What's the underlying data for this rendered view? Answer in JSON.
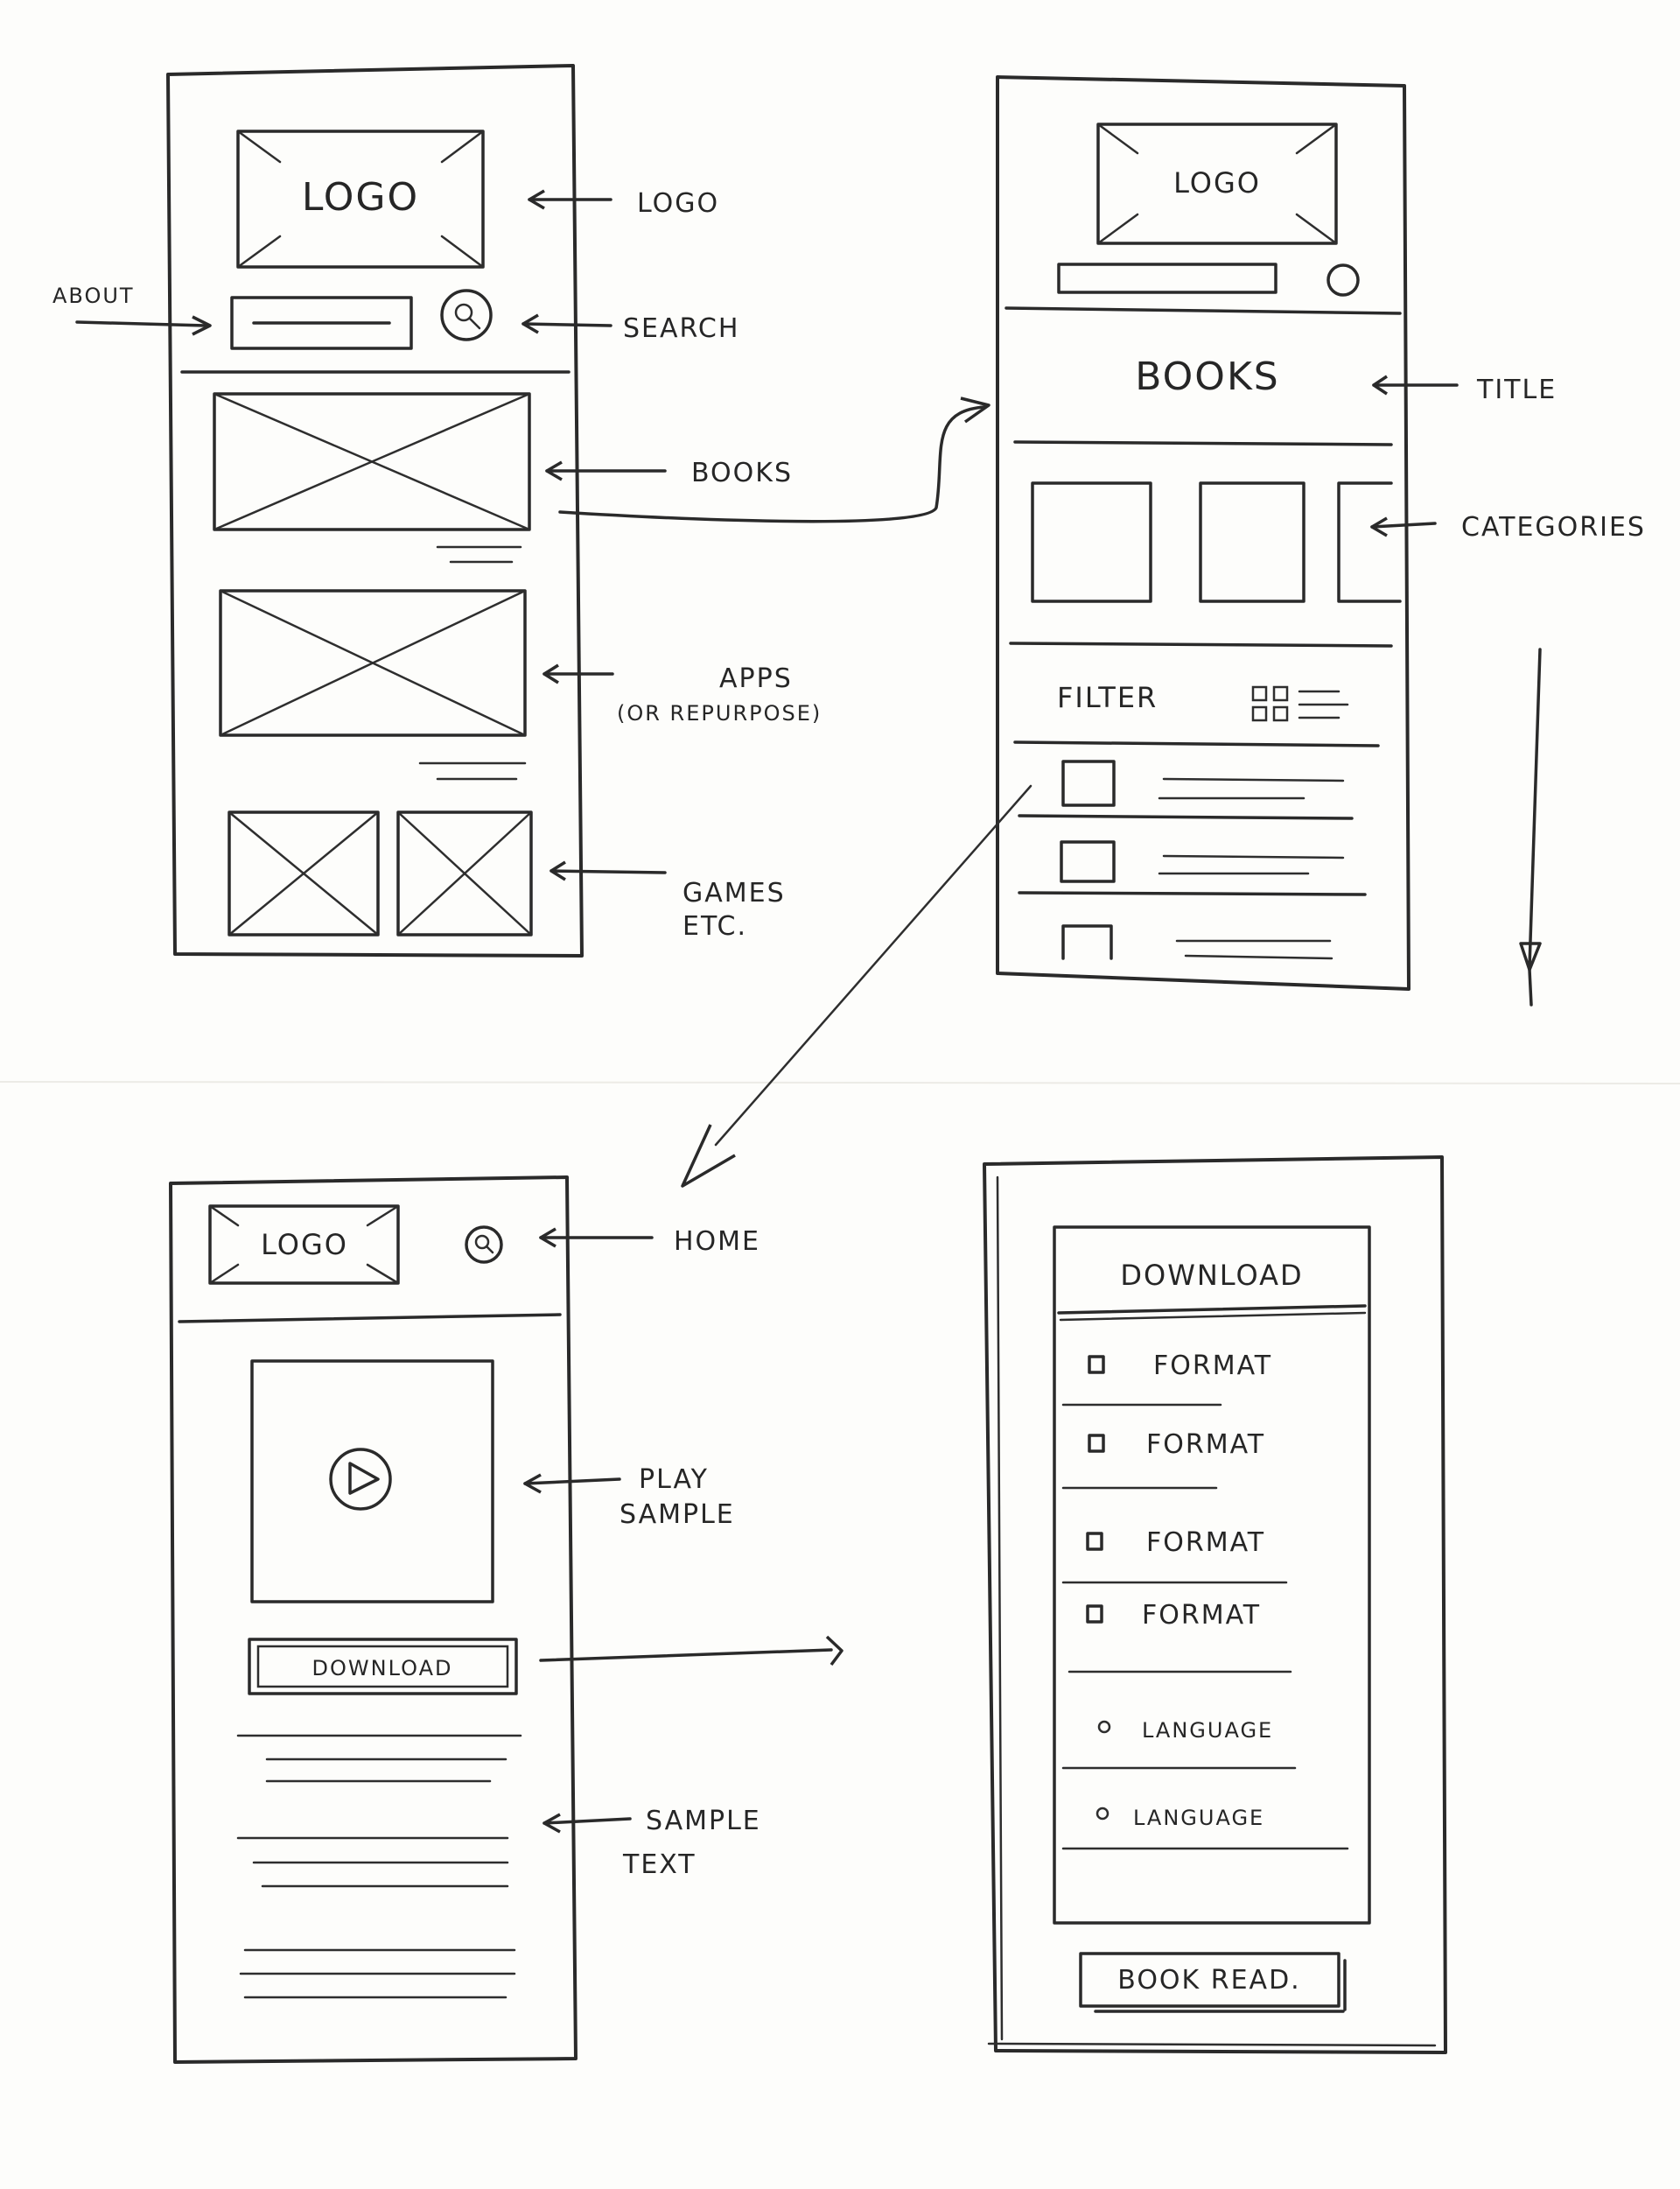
{
  "screen1": {
    "logo_placeholder": "LOGO",
    "annotations": {
      "logo": "LOGO",
      "about": "ABOUT",
      "search": "SEARCH",
      "books": "BOOKS",
      "apps_line1": "APPS",
      "apps_line2": "(OR REPURPOSE)",
      "games_line1": "GAMES",
      "games_line2": "ETC."
    }
  },
  "screen2": {
    "logo_placeholder": "LOGO",
    "title": "BOOKS",
    "filter": "FILTER",
    "annotations": {
      "title": "TITLE",
      "categories": "CATEGORIES"
    }
  },
  "screen3": {
    "logo_placeholder": "LOGO",
    "download_button": "DOWNLOAD",
    "annotations": {
      "home": "HOME",
      "play_line1": "PLAY",
      "play_line2": "SAMPLE",
      "sample_line1": "SAMPLE",
      "sample_line2": "TEXT"
    }
  },
  "screen4": {
    "header": "DOWNLOAD",
    "formats": [
      "FORMAT",
      "FORMAT",
      "FORMAT",
      "FORMAT"
    ],
    "languages": [
      "LANGUAGE",
      "LANGUAGE"
    ],
    "book_read_button": "BOOK READ."
  }
}
